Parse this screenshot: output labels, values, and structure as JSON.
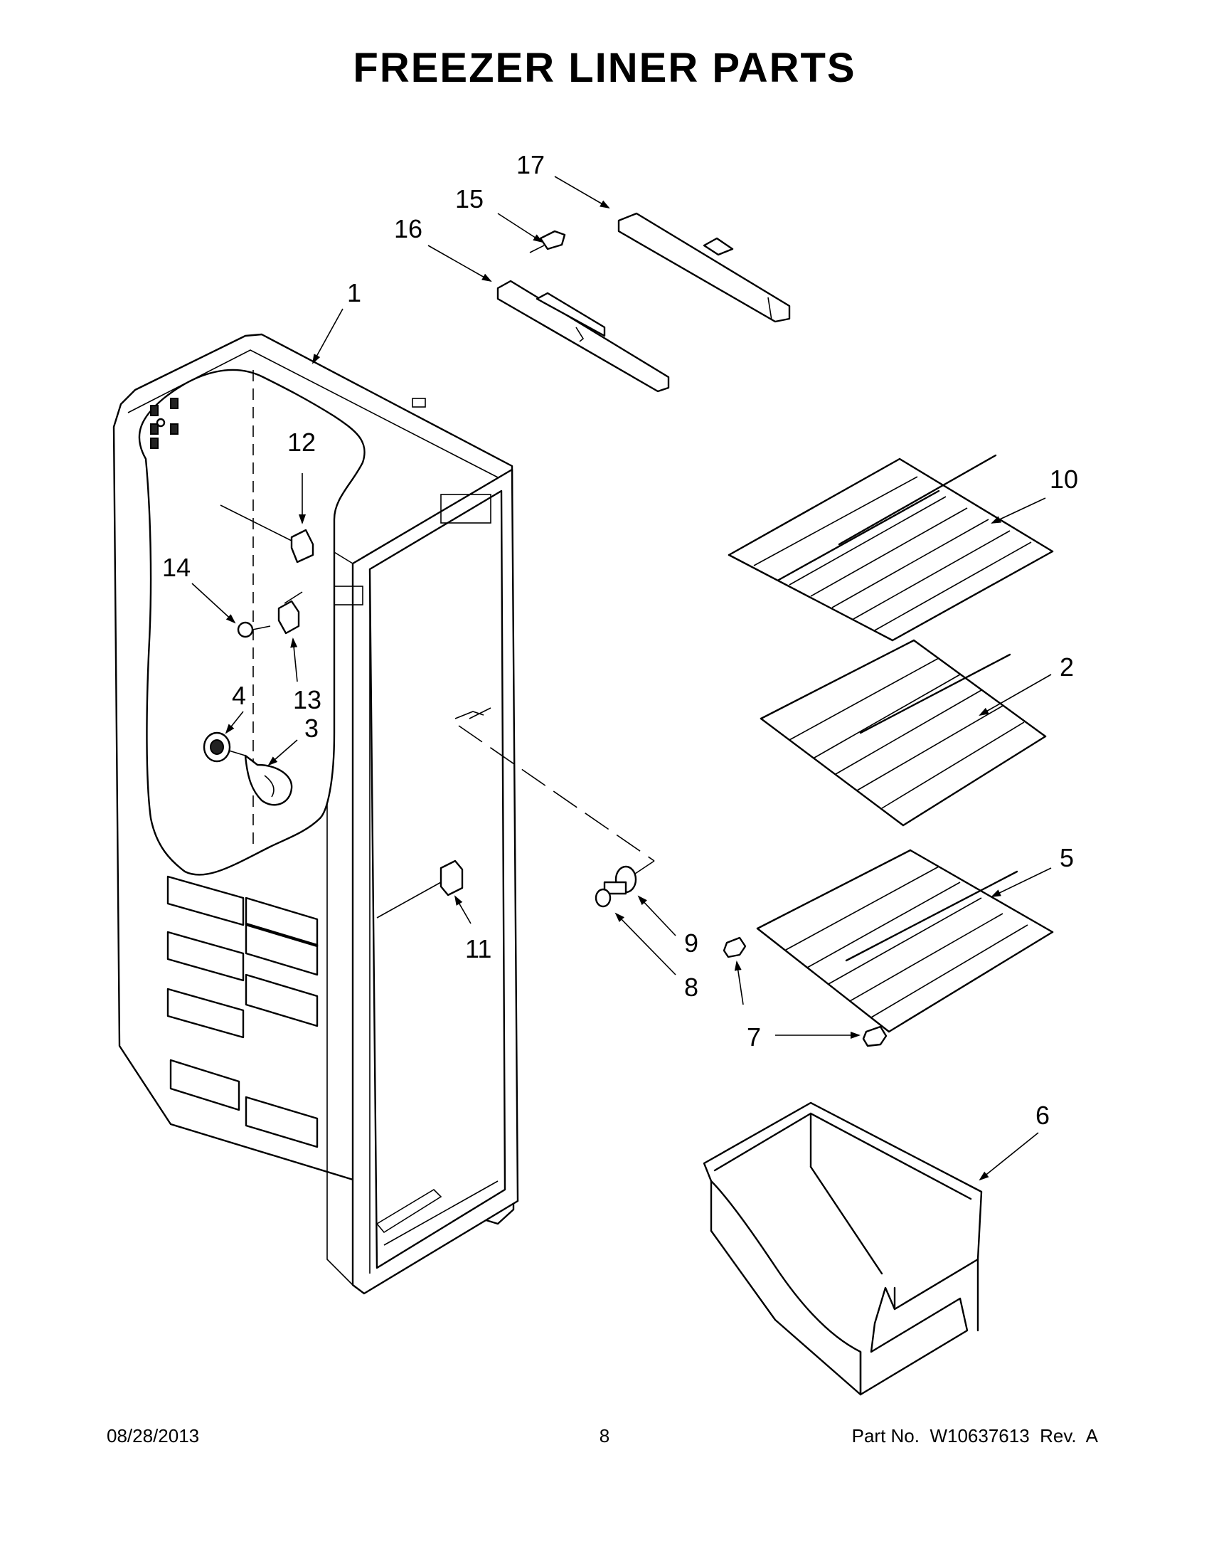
{
  "title": "FREEZER LINER PARTS",
  "footer": {
    "date": "08/28/2013",
    "page": "8",
    "part_no": "Part No.  W10637613  Rev.  A"
  },
  "callouts": {
    "c1": "1",
    "c2": "2",
    "c3": "3",
    "c4": "4",
    "c5": "5",
    "c6": "6",
    "c7": "7",
    "c8": "8",
    "c9": "9",
    "c10": "10",
    "c11": "11",
    "c12": "12",
    "c13": "13",
    "c14": "14",
    "c15": "15",
    "c16": "16",
    "c17": "17"
  }
}
